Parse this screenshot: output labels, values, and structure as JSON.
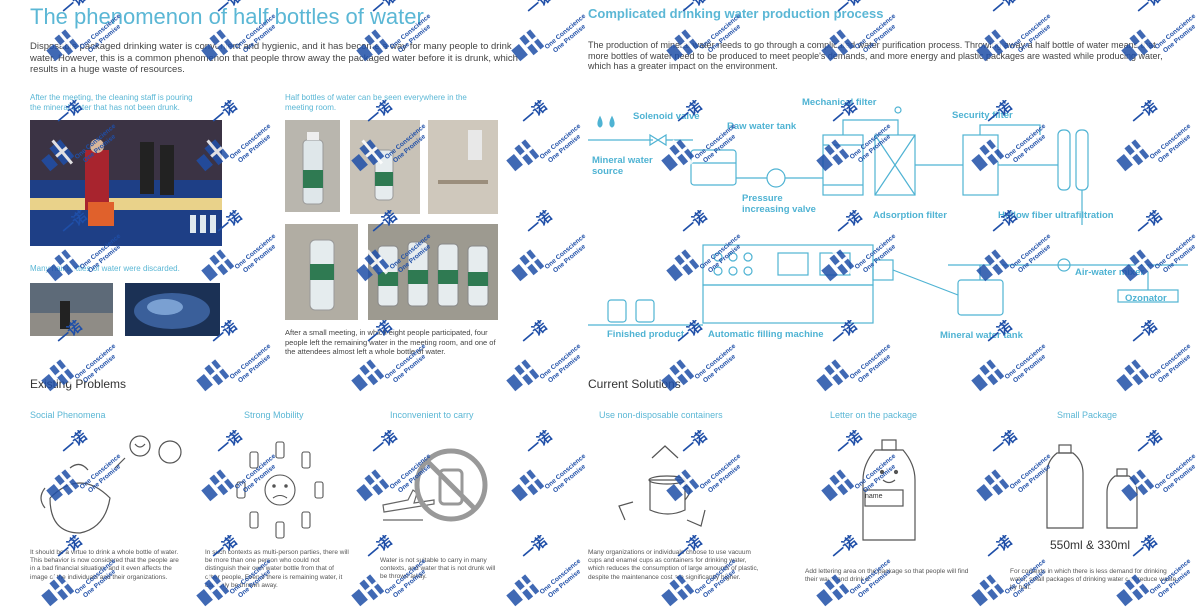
{
  "left": {
    "title": "The phenomenon of half bottles of water",
    "intro": "Disposable packaged drinking water is convenient and hygienic, and it has become a way for many people to drink water. However, this is a common phenomenon that people throw away the packaged water before it is drunk, which results in a huge waste of resources.",
    "caption_meeting": "After the meeting, the cleaning staff is pouring the mineral water that has not been drunk.",
    "caption_everywhere": "Half bottles of water can be seen everywhere in the meeting room.",
    "caption_discarded": "Many half bottles of water were discarded.",
    "caption_small_meeting": "After a small meeting, in which eight people participated, four people left the remaining water in the meeting room, and one of the attendees almost left a whole bottle of water.",
    "problems_title": "Existing Problems",
    "problems": [
      {
        "title": "Social Phenomena",
        "text": "It should be a virtue to drink a whole bottle of water. This behavior is now considered that the people are in a bad financial situation, and it even affects the image of the individuals and their organizations."
      },
      {
        "title": "Strong Mobility",
        "text": "In such contexts as multi-person parties, there will be more than one person who could not distinguish their own water bottle from that of other people. Even if there is remaining water, it can only be thrown away."
      },
      {
        "title": "Inconvenient to carry",
        "text": "Water is not suitable to carry in many contexts, and water that is not drunk will be thrown away."
      }
    ]
  },
  "right": {
    "title": "Complicated drinking water production process",
    "intro": "The production of mineral water needs to go through a complicated water purification process. Throwing away a half bottle of water means that more bottles of water need to be produced to meet people's demands, and more energy and plastic packages are wasted while producing water, which has a greater impact on the environment.",
    "diagram": {
      "mineral_source": "Mineral water source",
      "solenoid": "Solenoid valve",
      "raw_tank": "Raw water tank",
      "mechanical": "Mechanical filter",
      "security": "Security filter",
      "pressure": "Pressure increasing valve",
      "adsorption": "Adsorption filter",
      "hollow": "Hollow fiber ultrafiltration",
      "air_mixer": "Air-water mixer",
      "ozonator": "Ozonator",
      "mineral_tank": "Mineral water tank",
      "filling": "Automatic filling machine",
      "finished": "Finished product"
    },
    "solutions_title": "Current Solutions",
    "solutions": [
      {
        "title": "Use non-disposable containers",
        "text": "Many organizations or individuals choose to use vacuum cups and enamel cups as containers for drinking water, which reduces the consumption of large amounts of plastic, despite the maintenance cost are significantly higher."
      },
      {
        "title": "Letter on the package",
        "text": "Add lettering area on the package so that people will find their water and drink it."
      },
      {
        "title": "Small Package",
        "text": "For contexts in which there is less demand for drinking water, small packages of drinking water can reduce waste by half."
      }
    ],
    "name_tag": "name",
    "sizes": "550ml & 330ml"
  },
  "colors": {
    "accent": "#5bb7d5",
    "diagram": "#4fb3d3",
    "watermark": "#1f4fa8"
  },
  "watermark": {
    "cn": "一诺",
    "en1": "One Conscience",
    "en2": "One Promise"
  }
}
